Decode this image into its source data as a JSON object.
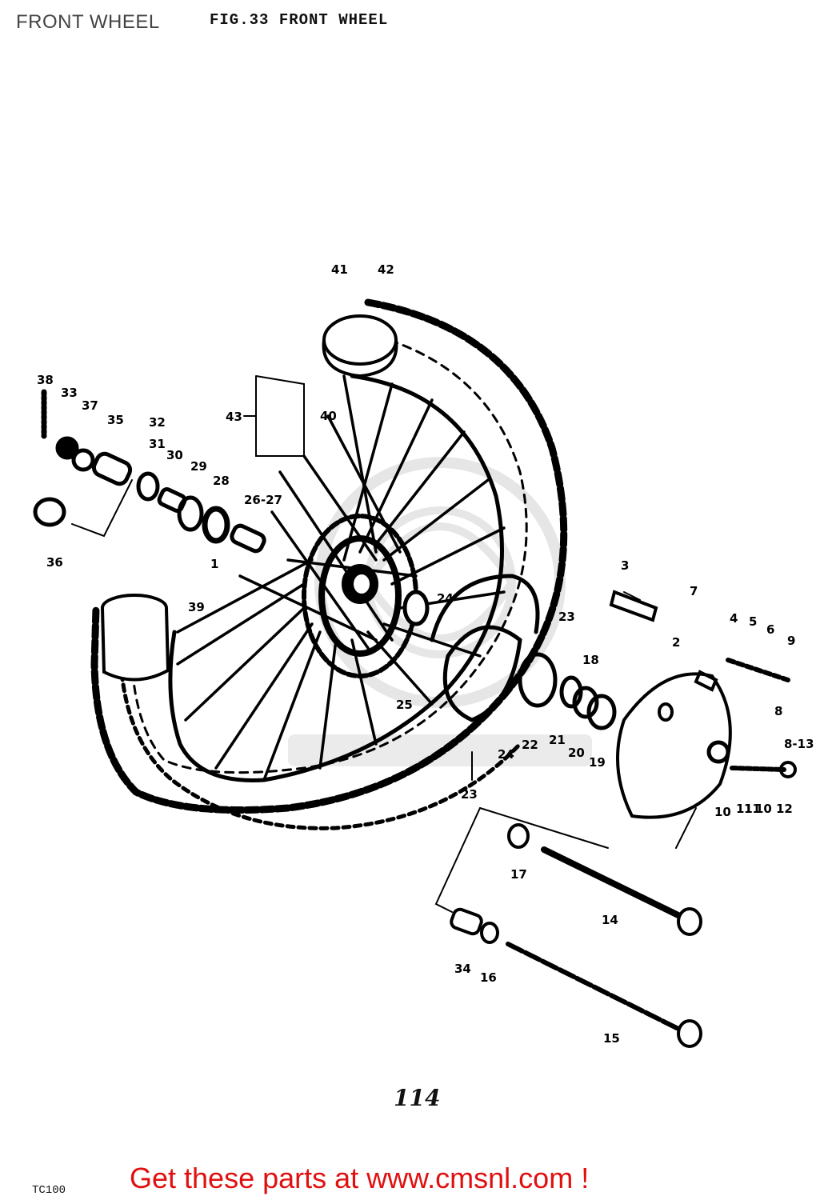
{
  "header": {
    "page_title": "FRONT WHEEL",
    "figure_title": "FIG.33  FRONT WHEEL"
  },
  "diagram": {
    "part_labels": {
      "p1": "1",
      "p2": "2",
      "p3": "3",
      "p4": "4",
      "p5": "5",
      "p6": "6",
      "p7": "7",
      "p8": "8",
      "p8_13": "8-13",
      "p9": "9",
      "p10a": "10",
      "p10b": "10",
      "p11": "11",
      "p11b": "11",
      "p12": "12",
      "p14": "14",
      "p15": "15",
      "p16": "16",
      "p17": "17",
      "p18": "18",
      "p19": "19",
      "p20": "20",
      "p21": "21",
      "p22": "22",
      "p23a": "23",
      "p23b": "23",
      "p24a": "24",
      "p24b": "24",
      "p25": "25",
      "p26_27": "26-27",
      "p28": "28",
      "p29": "29",
      "p30": "30",
      "p31": "31",
      "p32": "32",
      "p33": "33",
      "p34": "34",
      "p35": "35",
      "p36": "36",
      "p37": "37",
      "p38": "38",
      "p39": "39",
      "p40": "40",
      "p41": "41",
      "p42": "42",
      "p43": "43"
    },
    "page_number": "114",
    "model_code": "TC100"
  },
  "footer": {
    "promo_text": "Get these parts at www.cmsnl.com !"
  },
  "colors": {
    "promo": "#e01010",
    "ink": "#000000"
  }
}
